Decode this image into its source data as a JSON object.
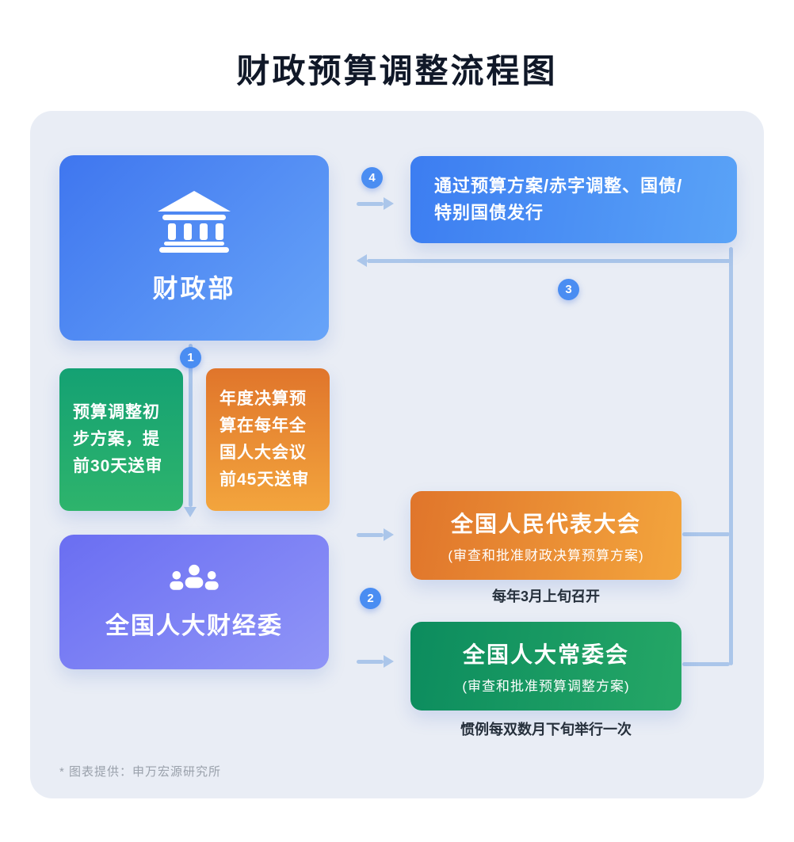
{
  "title": "财政预算调整流程图",
  "footnote": "* 图表提供：申万宏源研究所",
  "steps": {
    "n1": "1",
    "n2": "2",
    "n3": "3",
    "n4": "4"
  },
  "nodes": {
    "ministry": {
      "label": "财政部",
      "icon": "bank-icon"
    },
    "approval": {
      "text": "通过预算方案/赤字调整、国债/\n特别国债发行"
    },
    "green_note": {
      "text": "预算调整初\n步方案，提\n前30天送审"
    },
    "orange_note": {
      "text": "年度决算预\n算在每年全\n国人大会议\n前45天送审"
    },
    "committee": {
      "label": "全国人大财经委",
      "icon": "team-icon"
    },
    "npc": {
      "title": "全国人民代表大会",
      "subtitle": "(审查和批准财政决算预算方案)",
      "caption": "每年3月上旬召开"
    },
    "standing": {
      "title": "全国人大常委会",
      "subtitle": "(审查和批准预算调整方案)",
      "caption": "惯例每双数月下旬举行一次"
    }
  },
  "colors": {
    "panel": "#e9edf5",
    "ink": "#101828",
    "caption": "#26303c",
    "muted": "#9aa1ab",
    "connector": "#abc6ea",
    "step": "#4a8df2",
    "blue-a": "#3f76ef",
    "blue-b": "#67a4f8",
    "sky-a": "#3c7df1",
    "sky-b": "#5aa3f7",
    "green-a": "#14a173",
    "green-b": "#2eb46c",
    "deepgreen-a": "#0c8c5e",
    "deepgreen-b": "#25a766",
    "orange-a": "#e0752b",
    "orange-b": "#f3a53d",
    "purple-a": "#6a6ef2",
    "purple-b": "#9095f7"
  }
}
